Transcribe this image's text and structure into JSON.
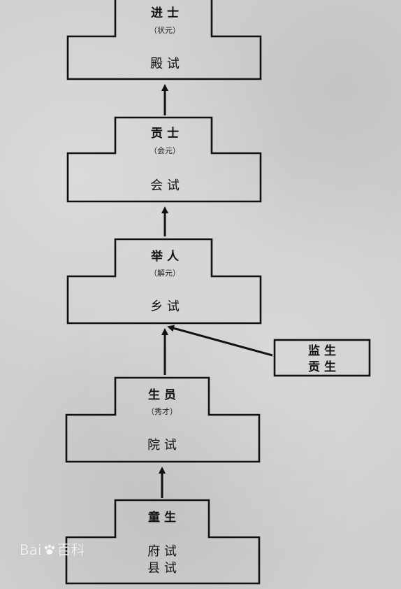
{
  "stages": [
    {
      "title": "进 士",
      "subtitle": "（状元）",
      "exams": [
        "殿   试"
      ]
    },
    {
      "title": "贡 士",
      "subtitle": "（会元）",
      "exams": [
        "会   试"
      ]
    },
    {
      "title": "举 人",
      "subtitle": "（解元）",
      "exams": [
        "乡   试"
      ]
    },
    {
      "title": "生 员",
      "subtitle": "（秀才）",
      "exams": [
        "院   试"
      ]
    },
    {
      "title": "童 生",
      "subtitle": "",
      "exams": [
        "府   试",
        "县   试"
      ]
    }
  ],
  "side_entry": {
    "line1": "监 生",
    "line2": "贡 生"
  },
  "watermark": {
    "brand_left": "Bai",
    "brand_right": "百科"
  },
  "colors": {
    "background": "#cfcfcf",
    "stroke": "#111111"
  }
}
